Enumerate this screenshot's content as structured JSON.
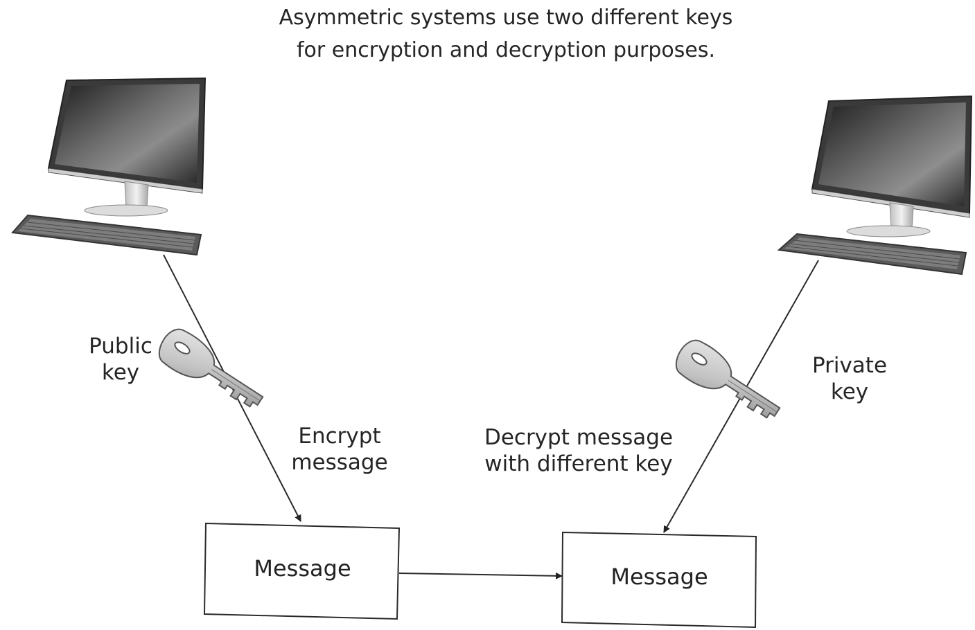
{
  "diagram": {
    "title_lines": [
      "Asymmetric systems use two different keys",
      "for encryption and decryption purposes."
    ],
    "left_key_label": [
      "Public",
      "key"
    ],
    "right_key_label": [
      "Private",
      "key"
    ],
    "encrypt_label": [
      "Encrypt",
      "message"
    ],
    "decrypt_label": [
      "Decrypt message",
      "with different key"
    ],
    "left_box_label": "Message",
    "right_box_label": "Message"
  },
  "icons": {
    "computer": "desktop-computer-icon",
    "key": "key-icon"
  },
  "colors": {
    "line": "#2a2a2a",
    "text": "#252525",
    "screen_dark": "#2e2e2e",
    "screen_light": "#9a9a9a"
  }
}
